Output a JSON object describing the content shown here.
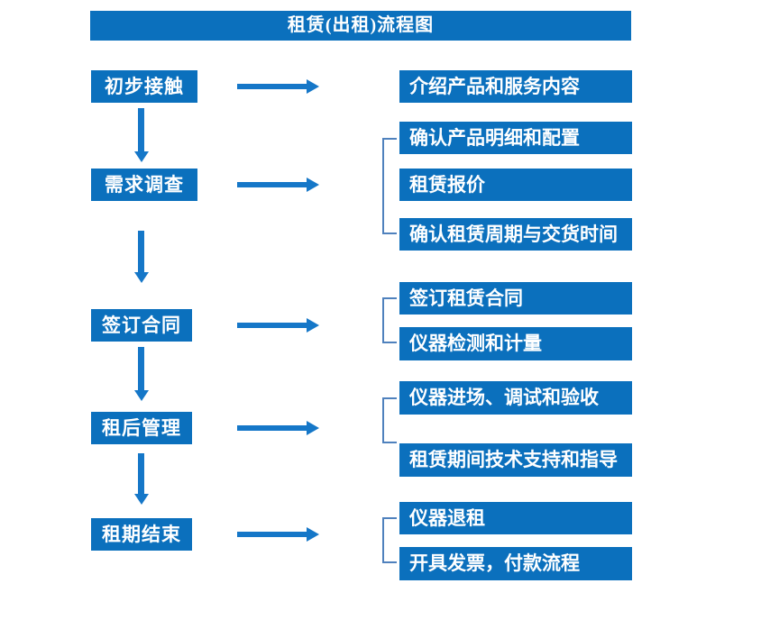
{
  "header": {
    "title": "租赁(出租)流程图"
  },
  "colors": {
    "box_blue": "#0b70bd",
    "arrow_blue": "#1577c8",
    "bracket_blue": "#4f81bd",
    "text_white": "#ffffff"
  },
  "stages": [
    {
      "label": "初步接触",
      "outputs": [
        "介绍产品和服务内容"
      ]
    },
    {
      "label": "需求调查",
      "outputs": [
        "确认产品明细和配置",
        "租赁报价",
        "确认租赁周期与交货时间"
      ]
    },
    {
      "label": "签订合同",
      "outputs": [
        "签订租赁合同",
        "仪器检测和计量"
      ]
    },
    {
      "label": "租后管理",
      "outputs": [
        "仪器进场、调试和验收",
        "租赁期间技术支持和指导"
      ]
    },
    {
      "label": "租期结束",
      "outputs": [
        "仪器退租",
        "开具发票，付款流程"
      ]
    }
  ]
}
